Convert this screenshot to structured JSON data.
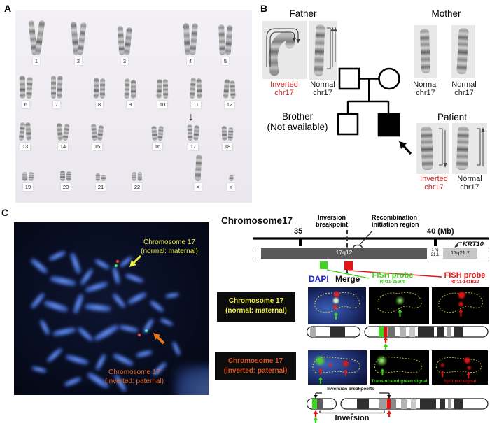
{
  "figure": {
    "panel_a": "A",
    "panel_b": "B",
    "panel_c": "C"
  },
  "karyotype": {
    "labels": [
      "1",
      "2",
      "3",
      "4",
      "5",
      "6",
      "7",
      "8",
      "9",
      "10",
      "11",
      "12",
      "13",
      "14",
      "15",
      "16",
      "17",
      "18",
      "19",
      "20",
      "21",
      "22",
      "X",
      "Y"
    ],
    "arrow_glyph": "↓"
  },
  "pedigree": {
    "father": "Father",
    "mother": "Mother",
    "patient": "Patient",
    "brother_line1": "Brother",
    "brother_line2": "(Not available)",
    "captions": {
      "father_left": [
        "Inverted",
        "chr17"
      ],
      "father_right": [
        "Normal",
        "chr17"
      ],
      "mother_left": [
        "Normal",
        "chr17"
      ],
      "mother_right": [
        "Normal",
        "chr17"
      ],
      "patient_left": [
        "Inverted",
        "chr17"
      ],
      "patient_right": [
        "Normal",
        "chr17"
      ]
    }
  },
  "fish": {
    "normal_label": [
      "Chromosome 17",
      "(normal: maternal)"
    ],
    "inverted_label": [
      "Chromosome 17",
      "(inverted: paternal)"
    ]
  },
  "map": {
    "title": "Chromosome17",
    "tick_35": "35",
    "tick_40": "40 (Mb)",
    "inversion_breakpoint": [
      "Inversion",
      "breakpoint"
    ],
    "recombination": [
      "Recombination",
      "initiation region"
    ],
    "gene": "KRT10",
    "band_17q12": "17q12",
    "band_17q21_1": [
      "17q",
      "21.1"
    ],
    "band_17q21_2": "17q21.2"
  },
  "probes": {
    "dapi": "DAPI",
    "merge": "Merge",
    "green": {
      "title": "FISH probe",
      "name": "RP11-359P8"
    },
    "red": {
      "title": "FISH probe",
      "name": "RP11-141B22"
    }
  },
  "rows": {
    "row1_label": [
      "Chromosome 17",
      "(normal: maternal)"
    ],
    "row2_label": [
      "Chromosome 17",
      "(inverted: paternal)"
    ],
    "translocated": "Translocated green signal",
    "split": "Split red signal",
    "inversion_breakpoints": "Inversion breakpoints",
    "inversion": "Inversion"
  },
  "colors": {
    "red_text": "#cc2222",
    "yellow": "#f2ee3c",
    "orange": "#e8641e",
    "probe_green": "#3fd01d",
    "probe_red": "#e51212",
    "dapi_blue": "#1d1dcf"
  }
}
